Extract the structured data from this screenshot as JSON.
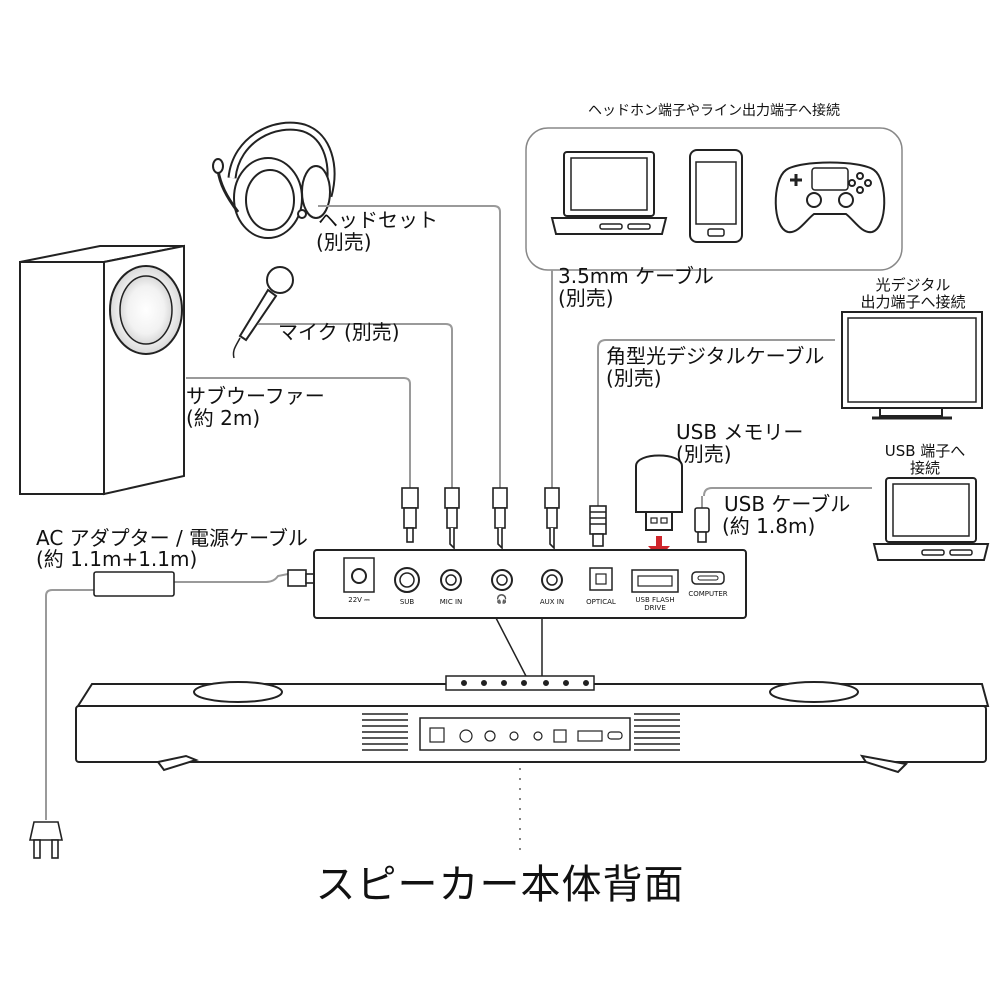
{
  "labels": {
    "devices_box_title": "ヘッドホン端子やライン出力端子へ接続",
    "headset": "ヘッドセット",
    "headset_note": "(別売)",
    "mic": "マイク (別売)",
    "subwoofer": "サブウーファー",
    "subwoofer_note": "(約 2m)",
    "cable_35": "3.5mm ケーブル",
    "cable_35_note": "(別売)",
    "optical_cable": "角型光デジタルケーブル",
    "optical_cable_note": "(別売)",
    "tv_line1": "光デジタル",
    "tv_line2": "出力端子へ接続",
    "usb_memory": "USB メモリー",
    "usb_memory_note": "(別売)",
    "pc_line1": "USB 端子へ",
    "pc_line2": "接続",
    "usb_cable": "USB ケーブル",
    "usb_cable_note": "(約 1.8m)",
    "ac_adapter": "AC アダプター / 電源ケーブル",
    "ac_adapter_note": "(約 1.1m+1.1m)",
    "title": "スピーカー本体背面"
  },
  "ports": [
    {
      "id": "dc",
      "label": "22V ⎓"
    },
    {
      "id": "sub",
      "label": "SUB"
    },
    {
      "id": "mic",
      "label": "MIC IN"
    },
    {
      "id": "headphone",
      "label": "🎧"
    },
    {
      "id": "aux",
      "label": "AUX IN"
    },
    {
      "id": "optical",
      "label": "OPTICAL"
    },
    {
      "id": "usb_line1",
      "label": "USB FLASH"
    },
    {
      "id": "usb_line2",
      "label": "DRIVE"
    },
    {
      "id": "computer",
      "label": "COMPUTER"
    }
  ],
  "colors": {
    "line": "#222222",
    "cable": "#9a9a9a",
    "arrow": "#d0262c",
    "box_stroke": "#888888"
  }
}
